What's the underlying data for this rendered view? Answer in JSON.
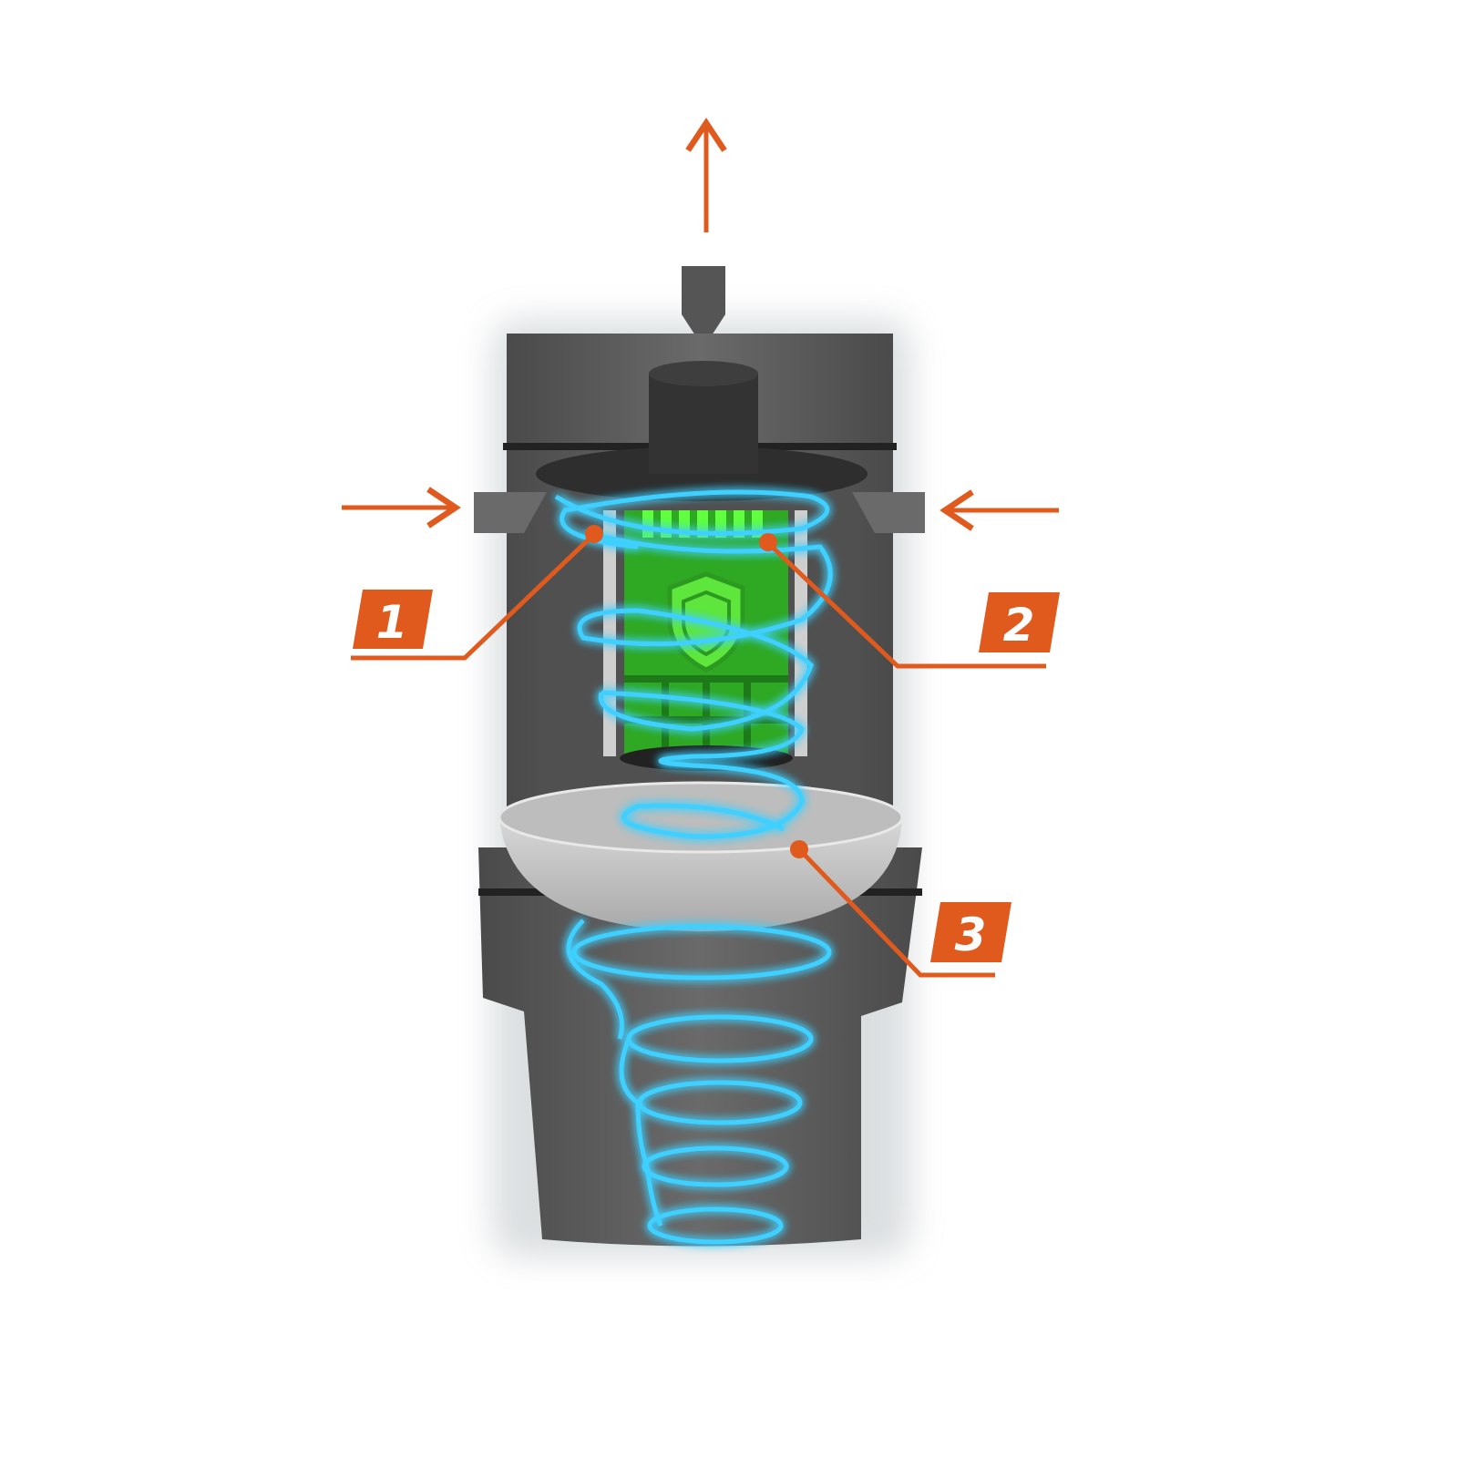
{
  "colors": {
    "accent": "#e05a1e",
    "housing": "#5c5c5c",
    "housing_dark": "#3a3a3a",
    "cyclone": "#3fd0ff",
    "filter": "#39d42a"
  },
  "callouts": [
    {
      "label": "1"
    },
    {
      "label": "2"
    },
    {
      "label": "3"
    }
  ]
}
